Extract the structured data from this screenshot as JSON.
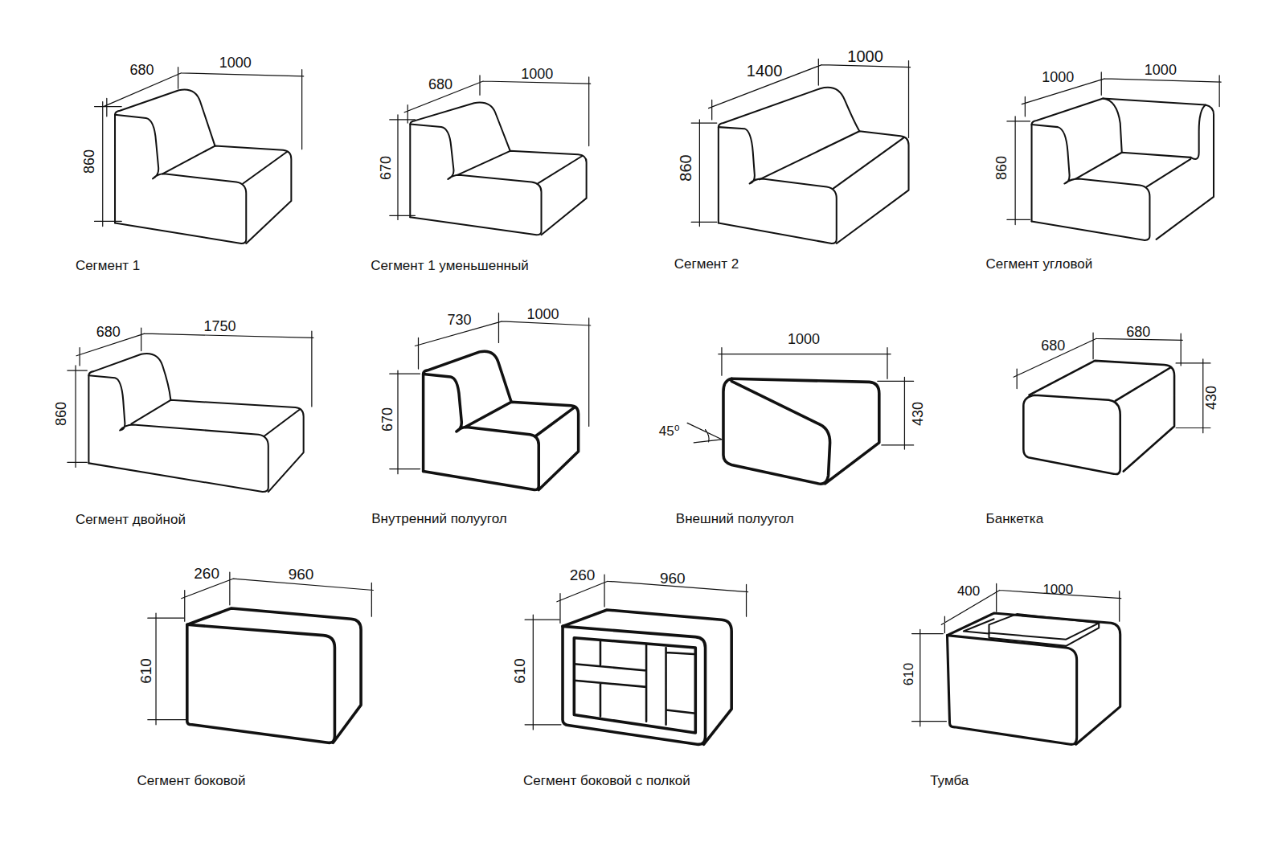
{
  "diagram": {
    "labels": [
      "680",
      "1000",
      "860",
      "Сегмент 1",
      "680",
      "1000",
      "670",
      "Сегмент 1 уменьшенный",
      "1400",
      "1000",
      "860",
      "Сегмент 2",
      "1000",
      "1000",
      "860",
      "Сегмент угловой",
      "680",
      "1750",
      "860",
      "Сегмент двойной",
      "730",
      "1000",
      "670",
      "Внутренний полуугол",
      "1000",
      "430",
      "45⁰",
      "Внешний полуугол",
      "680",
      "680",
      "430",
      "Банкетка",
      "260",
      "960",
      "610",
      "Сегмент боковой",
      "260",
      "960",
      "610",
      "Сегмент боковой с полкой",
      "400",
      "1000",
      "610",
      "Тумба"
    ]
  }
}
